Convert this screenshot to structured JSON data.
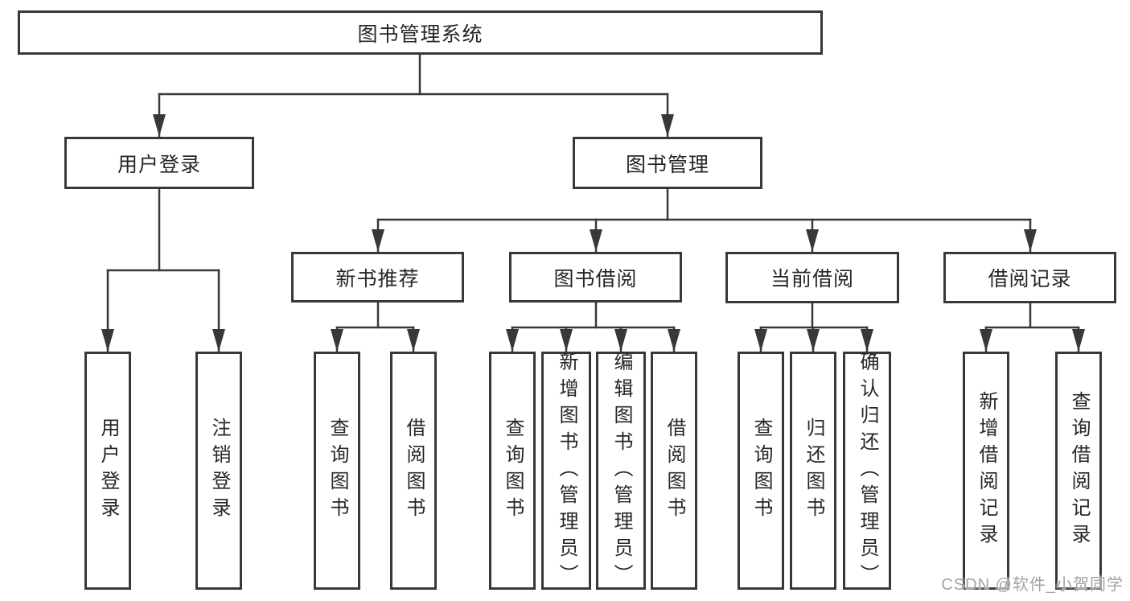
{
  "diagram": {
    "type": "hierarchy-tree",
    "colors": {
      "background": "#ffffff",
      "box_fill": "#ffffff",
      "box_border": "#383838",
      "connector": "#383838",
      "text": "#262626",
      "watermark": "#a3a3a3"
    },
    "watermark": "CSDN @软件_小贺同学",
    "nodes": {
      "root": {
        "label": "图书管理系统"
      },
      "user_login": {
        "label": "用户登录",
        "parent": "root"
      },
      "book_mgmt": {
        "label": "图书管理",
        "parent": "root"
      },
      "new_book_rec": {
        "label": "新书推荐",
        "parent": "book_mgmt"
      },
      "book_borrow": {
        "label": "图书借阅",
        "parent": "book_mgmt"
      },
      "current_borrow": {
        "label": "当前借阅",
        "parent": "book_mgmt"
      },
      "borrow_records": {
        "label": "借阅记录",
        "parent": "book_mgmt"
      }
    },
    "leaves": [
      {
        "label": "用户登录",
        "parent": "user_login"
      },
      {
        "label": "注销登录",
        "parent": "user_login"
      },
      {
        "label": "查询图书",
        "parent": "new_book_rec"
      },
      {
        "label": "借阅图书",
        "parent": "new_book_rec"
      },
      {
        "label": "查询图书",
        "parent": "book_borrow"
      },
      {
        "label": "新增图书（管理员）",
        "parent": "book_borrow"
      },
      {
        "label": "编辑图书（管理员）",
        "parent": "book_borrow"
      },
      {
        "label": "借阅图书",
        "parent": "book_borrow"
      },
      {
        "label": "查询图书",
        "parent": "current_borrow"
      },
      {
        "label": "归还图书",
        "parent": "current_borrow"
      },
      {
        "label": "确认归还（管理员）",
        "parent": "current_borrow"
      },
      {
        "label": "新增借阅记录",
        "parent": "borrow_records"
      },
      {
        "label": "查询借阅记录",
        "parent": "borrow_records"
      }
    ]
  }
}
